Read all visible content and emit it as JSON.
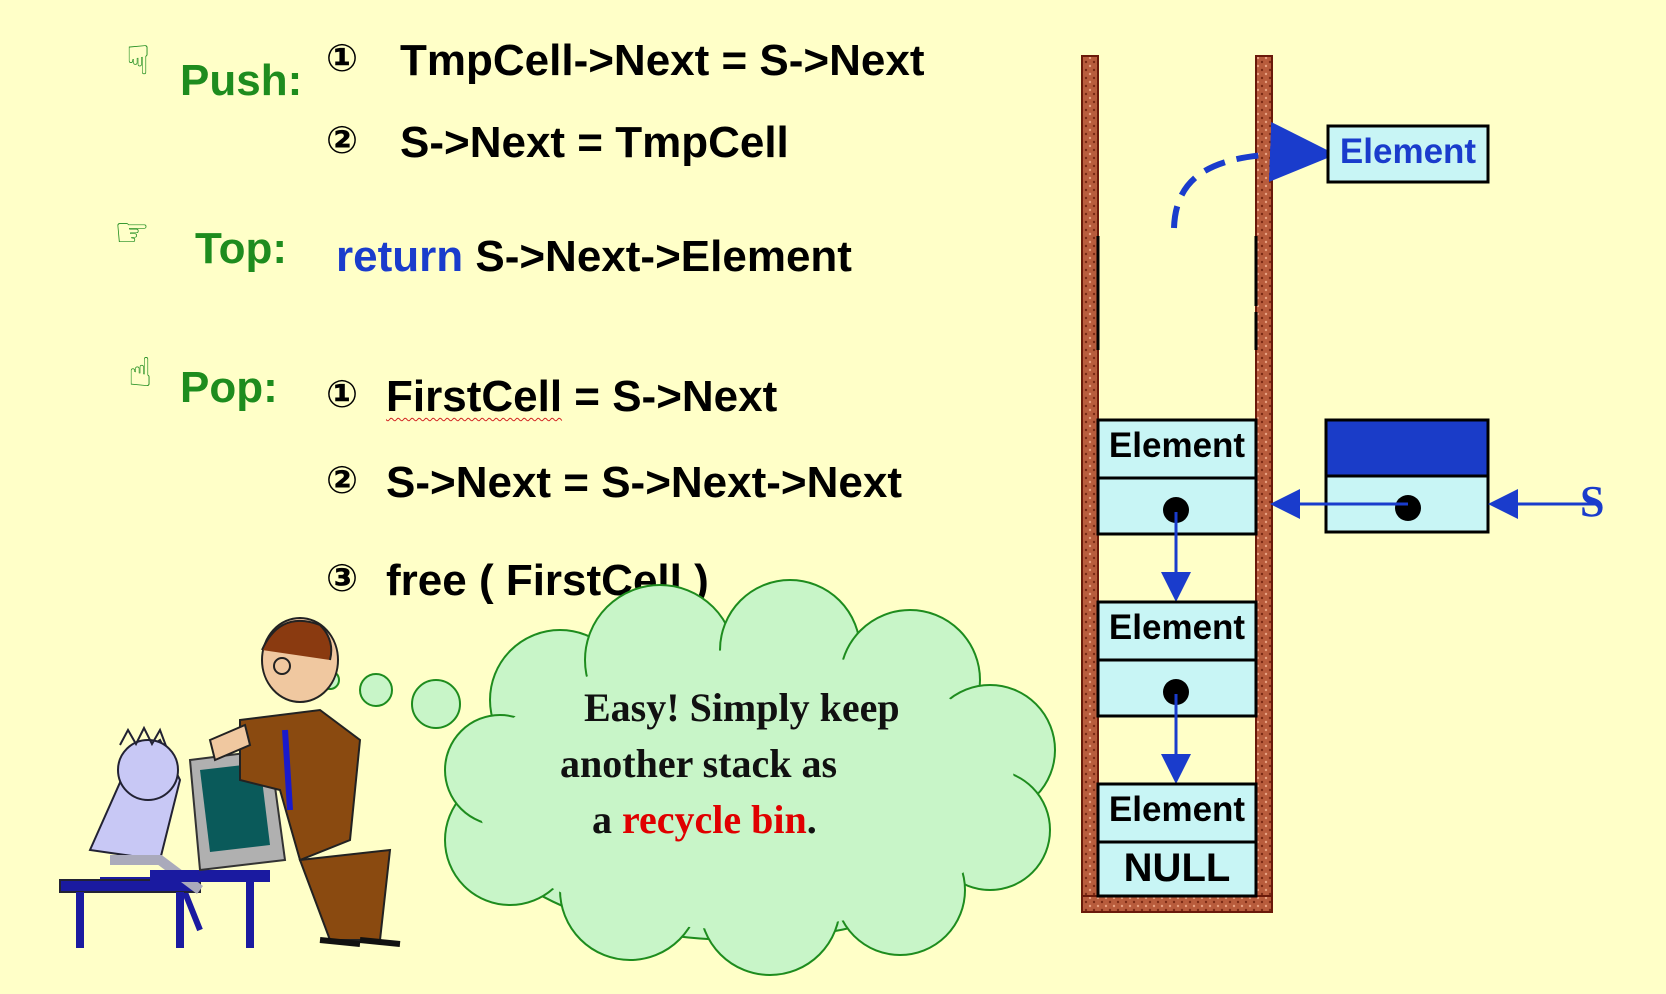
{
  "push": {
    "label": "Push:",
    "step1_marker": "①",
    "step1": "TmpCell->Next = S->Next",
    "step2_marker": "②",
    "step2": "S->Next = TmpCell"
  },
  "top": {
    "label": "Top:",
    "keyword": "return",
    "expr": "S->Next->Element"
  },
  "pop": {
    "label": "Pop:",
    "step1_marker": "①",
    "step1_var": "FirstCell",
    "step1_rest": " = S->Next",
    "step2_marker": "②",
    "step2": "S->Next = S->Next->Next",
    "step3_marker": "③",
    "step3": "free ( FirstCell )"
  },
  "stack": {
    "new_element": "Element",
    "cells": [
      "Element",
      "Element",
      "Element"
    ],
    "null_label": "NULL",
    "pointer_label": "S"
  },
  "bubble": {
    "line1": "Easy!  Simply keep",
    "line2": "another stack as",
    "line3_prefix": "a ",
    "line3_highlight": "recycle bin",
    "line3_suffix": "."
  },
  "colors": {
    "background": "#ffffc8",
    "label_green": "#1e8c1e",
    "keyword_blue": "#1a3ccc",
    "cell_fill": "#c8f5f5",
    "header_fill": "#1a3cc8",
    "wood": "#a0522d",
    "bubble_fill": "#c8f5c8",
    "highlight_red": "#e00000"
  }
}
